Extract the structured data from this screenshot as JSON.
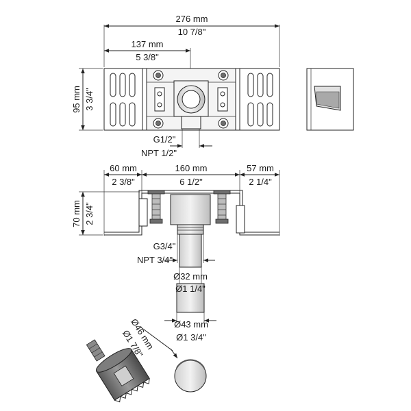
{
  "dimensions": {
    "overall_width_mm": "276 mm",
    "overall_width_in": "10 7/8\"",
    "half_width_mm": "137 mm",
    "half_width_in": "5 3/8\"",
    "height_mm": "95 mm",
    "height_in": "3 3/4\"",
    "outlet_thread_g": "G1/2\"",
    "outlet_thread_npt": "NPT 1/2\"",
    "left_flange_mm": "60 mm",
    "left_flange_in": "2 3/8\"",
    "center_mm": "160 mm",
    "center_in": "6 1/2\"",
    "right_flange_mm": "57 mm",
    "right_flange_in": "2 1/4\"",
    "depth_mm": "70 mm",
    "depth_in": "2 3/4\"",
    "inlet_thread_g": "G3/4\"",
    "inlet_thread_npt": "NPT 3/4\"",
    "pipe_diameter_mm": "Ø32 mm",
    "pipe_diameter_in": "Ø1 1/4\"",
    "sleeve_diameter_mm": "Ø43 mm",
    "sleeve_diameter_in": "Ø1 3/4\"",
    "holesaw_diameter_mm": "Ø46 mm",
    "holesaw_diameter_in": "Ø1 7/8\""
  }
}
